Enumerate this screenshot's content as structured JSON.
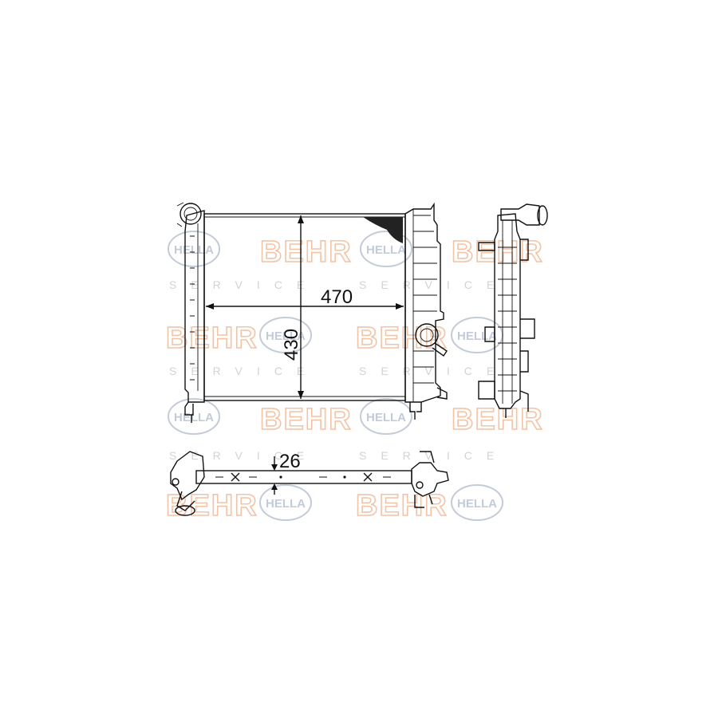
{
  "dimensions": {
    "width": "470",
    "height": "430",
    "depth": "26"
  },
  "watermark": {
    "behr": "BEHR",
    "hella": "HELLA",
    "service": "SERVICE"
  },
  "colors": {
    "line": "#111111",
    "behr_watermark": "#f3c3a6",
    "hella_watermark": "#c3cbd8"
  }
}
